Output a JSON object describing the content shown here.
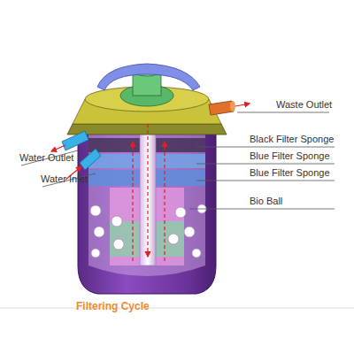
{
  "diagram": {
    "caption": "Filtering Cycle",
    "labels": [
      "Waste Outlet",
      "Water Outlet",
      "Water Inlet",
      "Black Filter Sponge",
      "Blue Filter Sponge",
      "Blue Filter Sponge",
      "Bio Ball"
    ]
  }
}
